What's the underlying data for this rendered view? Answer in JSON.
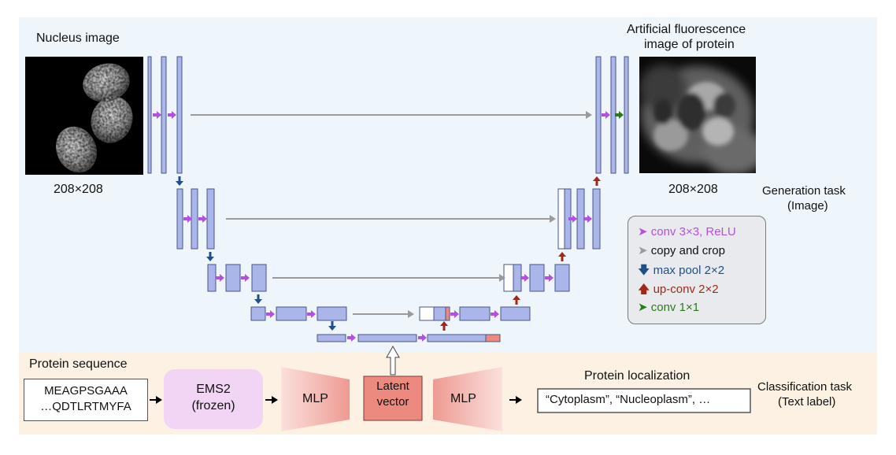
{
  "colors": {
    "panel_top": "#eef6fb",
    "panel_bottom": "#fdf1e4",
    "layer_fill": "#aab6ea",
    "layer_stroke": "#4a5688",
    "conv_arrow": "#b44fe6",
    "copy_arrow": "#9a9a9a",
    "pool_arrow": "#1f4f86",
    "upconv_arrow": "#a02818",
    "conv1_arrow": "#2a7a1a",
    "ems_fill": "#f2d4f4",
    "mlp_fill": "#ee9a92",
    "latent_fill": "#ec8a80"
  },
  "generation": {
    "input_title": "Nucleus image",
    "input_size": "208×208",
    "output_title_line1": "Artificial fluorescence",
    "output_title_line2": "image of protein",
    "output_size": "208×208",
    "task_line1": "Generation task",
    "task_line2": "(Image)"
  },
  "legend": {
    "items": [
      {
        "label": "conv 3×3, ReLU",
        "icon": "arrow-right-icon",
        "color": "#b44fe6"
      },
      {
        "label": "copy and crop",
        "icon": "arrow-right-icon",
        "color": "#9a9a9a"
      },
      {
        "label": "max pool 2×2",
        "icon": "arrow-down-icon",
        "color": "#1f4f86"
      },
      {
        "label": "up-conv 2×2",
        "icon": "arrow-up-icon",
        "color": "#a02818"
      },
      {
        "label": "conv 1×1",
        "icon": "arrow-right-icon",
        "color": "#2a7a1a"
      }
    ]
  },
  "classification": {
    "sequence_title": "Protein sequence",
    "sequence_line1": "MEAGPSGAAA",
    "sequence_line2": "…QDTLRTMYFA",
    "ems_line1": "EMS2",
    "ems_line2": "(frozen)",
    "mlp_left": "MLP",
    "latent_line1": "Latent",
    "latent_line2": "vector",
    "mlp_right": "MLP",
    "localization_title": "Protein localization",
    "localization_value": "“Cytoplasm”, “Nucleoplasm”, …",
    "task_line1": "Classification task",
    "task_line2": "(Text label)"
  }
}
